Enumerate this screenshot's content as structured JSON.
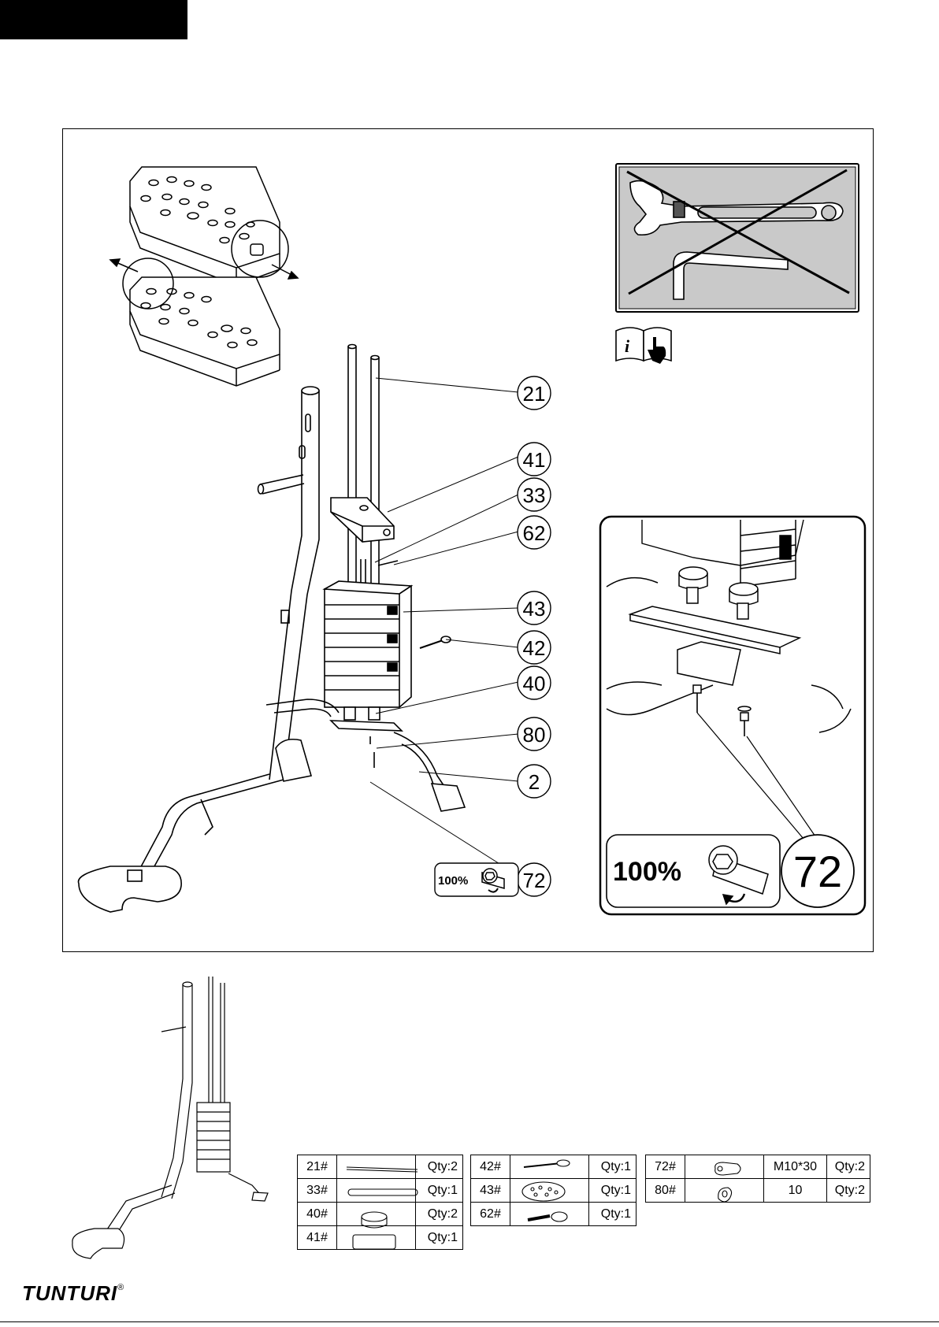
{
  "callouts": {
    "c21": "21",
    "c41": "41",
    "c33": "33",
    "c62": "62",
    "c43": "43",
    "c42": "42",
    "c40": "40",
    "c80": "80",
    "c2": "2",
    "c72": "72",
    "c72_detail": "72"
  },
  "torque": {
    "small": "100%",
    "large": "100%"
  },
  "parts_table_1": [
    {
      "id": "21#",
      "qty": "Qty:2"
    },
    {
      "id": "33#",
      "qty": "Qty:1"
    },
    {
      "id": "40#",
      "qty": "Qty:2"
    },
    {
      "id": "41#",
      "qty": "Qty:1"
    }
  ],
  "parts_table_2": [
    {
      "id": "42#",
      "qty": "Qty:1"
    },
    {
      "id": "43#",
      "qty": "Qty:1"
    },
    {
      "id": "62#",
      "qty": "Qty:1"
    }
  ],
  "parts_table_3": [
    {
      "id": "72#",
      "spec": "M10*30",
      "qty": "Qty:2"
    },
    {
      "id": "80#",
      "spec": "10",
      "qty": "Qty:2"
    }
  ],
  "brand": {
    "name": "TUNTURI",
    "mark": "®"
  }
}
